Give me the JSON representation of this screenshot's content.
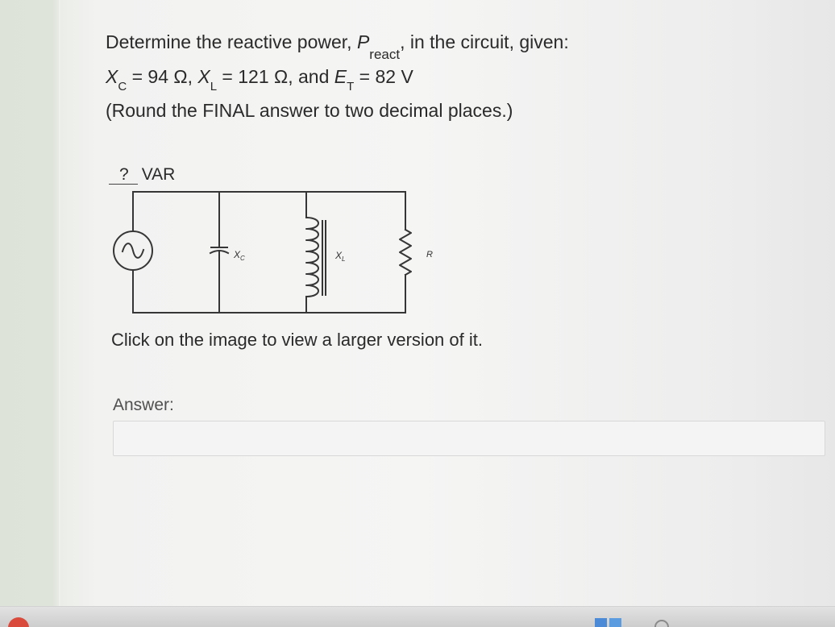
{
  "question": {
    "line1": {
      "prefix": "Determine the reactive power, ",
      "symbol": "P",
      "subscript": "react",
      "suffix": ", in the circuit, given:"
    },
    "line2": {
      "xc": {
        "symbol": "X",
        "sub": "C",
        "rest": " = 94 Ω, "
      },
      "xl": {
        "symbol": "X",
        "sub": "L",
        "rest": " = 121 Ω, and "
      },
      "et": {
        "symbol": "E",
        "sub": "T",
        "rest": " = 82 V"
      }
    },
    "line3": "(Round the FINAL answer to two decimal places.)"
  },
  "result_blank": {
    "mark": "?",
    "unit": "VAR"
  },
  "circuit": {
    "labels": {
      "capacitor": {
        "symbol": "X",
        "sub": "C"
      },
      "inductor": {
        "symbol": "X",
        "sub": "L"
      },
      "resistor": "R"
    }
  },
  "hint": "Click on the image to view a larger version of it.",
  "answer": {
    "label": "Answer:",
    "value": ""
  },
  "colors": {
    "page_text": "#2a2a2a",
    "side_strip": "#dde3d9",
    "answer_box": "#f4f4f4",
    "wire": "#363636"
  }
}
